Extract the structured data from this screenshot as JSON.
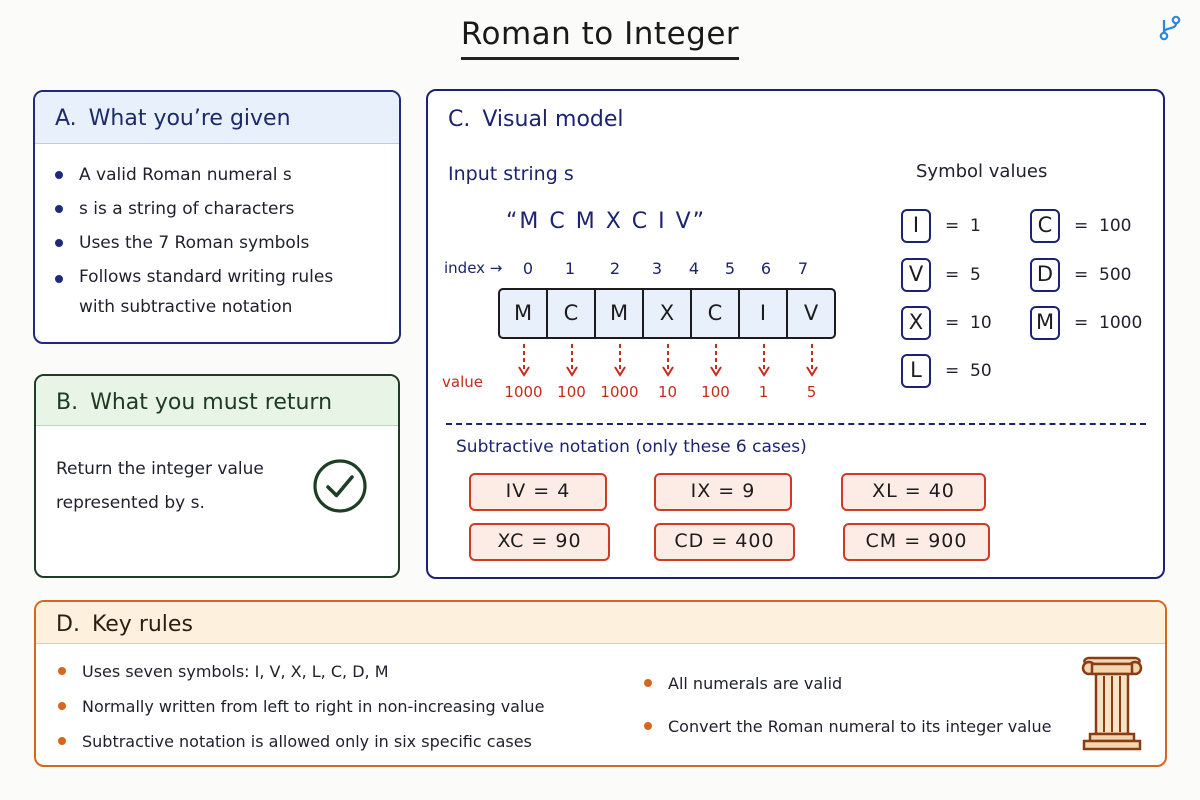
{
  "title": "Roman to Integer",
  "panel_a": {
    "letter": "A.",
    "heading": "What you’re given",
    "bullets": [
      "A valid Roman numeral s",
      "s is a string of characters",
      "Uses the 7 Roman symbols"
    ],
    "bullet_multiline": [
      "Follows standard writing rules",
      "with subtractive notation"
    ]
  },
  "panel_b": {
    "letter": "B.",
    "heading": "What you must return",
    "text_line1": "Return the integer value",
    "text_line2": "represented by s."
  },
  "panel_c": {
    "letter": "C.",
    "heading": "Visual model",
    "input_label": "Input string s",
    "quoted_string": "“M C M X C I V”",
    "index_label": "index →",
    "value_label": "value",
    "cells": [
      {
        "index": "0",
        "char": "M",
        "value": "1000"
      },
      {
        "index": "1",
        "char": "C",
        "value": "100"
      },
      {
        "index": "2",
        "char": "M",
        "value": "1000"
      },
      {
        "index": "3",
        "char": "X",
        "value": "10"
      },
      {
        "index": "4",
        "char": "C",
        "value": "100"
      },
      {
        "index": "5",
        "char": "I",
        "value": "1"
      },
      {
        "index": "6",
        "char": "V",
        "value": "5"
      },
      {
        "index": "7",
        "char": "",
        "value": ""
      }
    ],
    "symbol_title": "Symbol values",
    "symbols": [
      {
        "sym": "I",
        "eq": "=  1"
      },
      {
        "sym": "V",
        "eq": "=  5"
      },
      {
        "sym": "X",
        "eq": "=  10"
      },
      {
        "sym": "L",
        "eq": "=  50"
      },
      {
        "sym": "C",
        "eq": "=  100"
      },
      {
        "sym": "D",
        "eq": "=  500"
      },
      {
        "sym": "M",
        "eq": "=  1000"
      }
    ],
    "subtractive_title": "Subtractive notation (only these 6 cases)",
    "subtractive_cases": [
      "IV = 4",
      "IX = 9",
      "XL = 40",
      "XC = 90",
      "CD = 400",
      "CM = 900"
    ]
  },
  "panel_d": {
    "letter": "D.",
    "heading": "Key rules",
    "left_bullets": [
      "Uses seven symbols: I, V, X, L, C, D, M",
      "Normally written from left to right in non-increasing value",
      "Subtractive notation is allowed only in six specific cases"
    ],
    "right_bullets": [
      "All numerals are valid",
      "Convert the Roman numeral to its integer value"
    ]
  },
  "colors": {
    "navy": "#1c2470",
    "red": "#c62a1b",
    "green": "#1d3d24",
    "orange": "#d5661e"
  },
  "icons": [
    "fork-icon",
    "check-circle-icon",
    "greek-column-icon",
    "arrow-down-icon"
  ]
}
